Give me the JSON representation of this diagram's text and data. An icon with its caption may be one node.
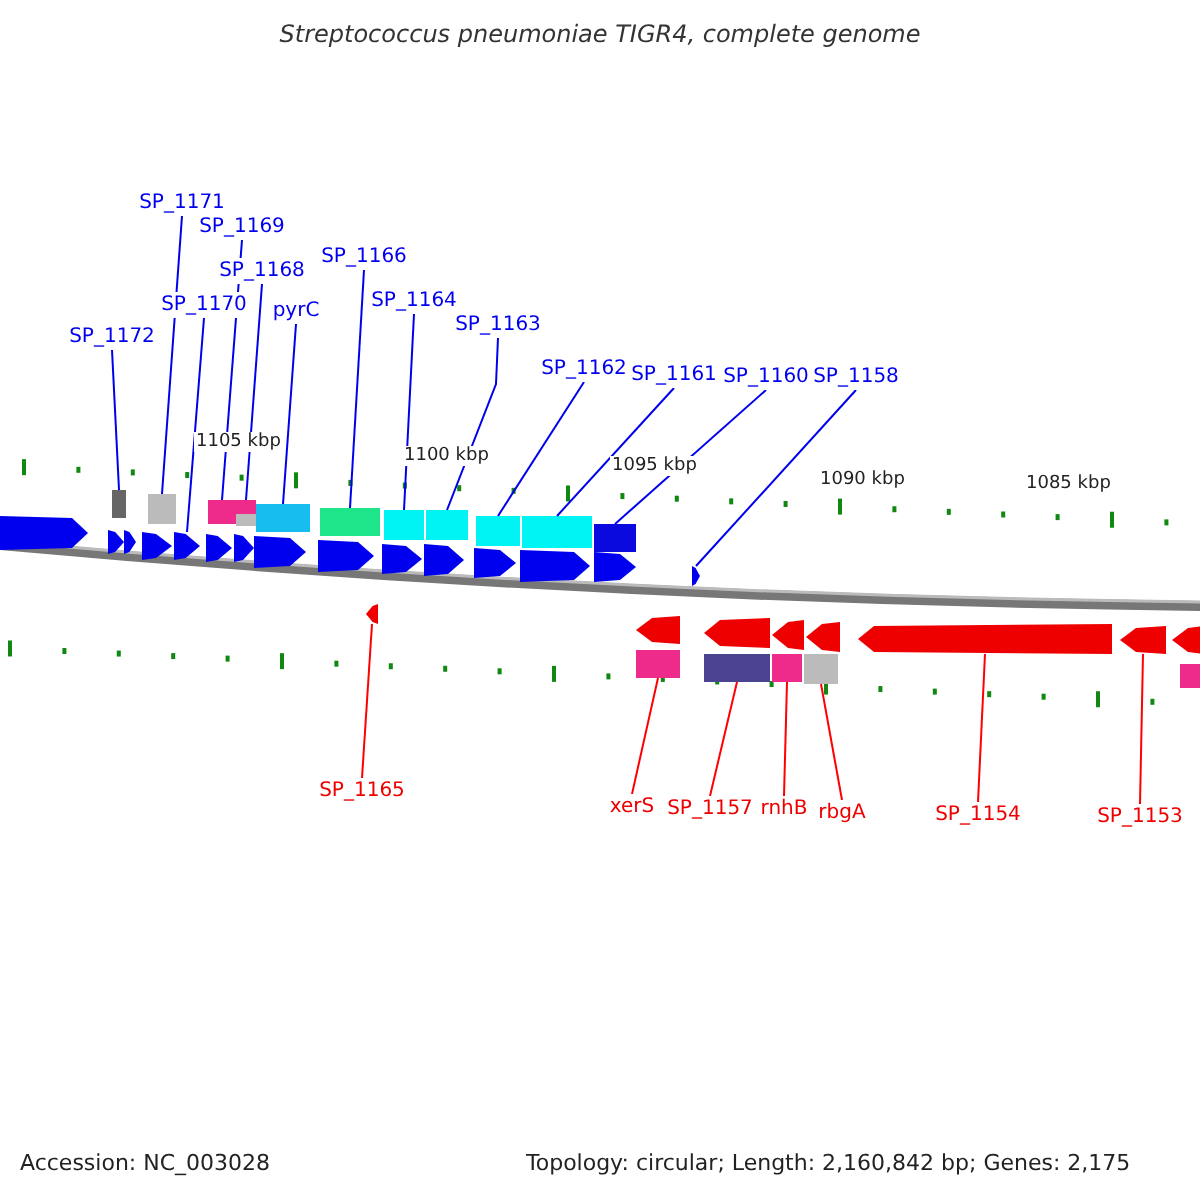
{
  "diagram": {
    "title": "Streptococcus pneumoniae TIGR4, complete genome",
    "nodes": [
      {
        "text": [
          "SP_1171"
        ]
      },
      {
        "text": [
          "SP_1169"
        ]
      },
      {
        "text": [
          "SP_1166"
        ]
      },
      {
        "text": [
          "SP_1168"
        ]
      },
      {
        "text": [
          "SP_1164"
        ]
      },
      {
        "text": [
          "SP_1170"
        ]
      },
      {
        "text": [
          "pyrC"
        ]
      },
      {
        "text": [
          "SP_1163"
        ]
      },
      {
        "text": [
          "SP_1172"
        ]
      },
      {
        "text": [
          "SP_1162"
        ]
      },
      {
        "text": [
          "SP_1161"
        ]
      },
      {
        "text": [
          "SP_1160"
        ]
      },
      {
        "text": [
          "SP_1158"
        ]
      },
      {
        "text": [
          "SP_1165"
        ]
      },
      {
        "text": [
          "xerS"
        ]
      },
      {
        "text": [
          "SP_1157"
        ]
      },
      {
        "text": [
          "rnhB"
        ]
      },
      {
        "text": [
          "rbgA"
        ]
      },
      {
        "text": [
          "SP_1154"
        ]
      },
      {
        "text": [
          "SP_1153"
        ]
      },
      {
        "text": [],
        "shape": "arrow"
      },
      {
        "text": [],
        "shape": "arrow"
      },
      {
        "text": [],
        "shape": "box"
      },
      {
        "text": [],
        "shape": "arrow"
      },
      {
        "text": [],
        "shape": "arrow"
      },
      {
        "text": [],
        "shape": "box"
      },
      {
        "text": [],
        "shape": "arrow"
      },
      {
        "text": [],
        "shape": "arrow"
      },
      {
        "text": [],
        "shape": "box"
      },
      {
        "text": [],
        "shape": "arrow"
      },
      {
        "text": [],
        "shape": "box"
      },
      {
        "text": [],
        "shape": "box"
      },
      {
        "text": [],
        "shape": "arrow"
      },
      {
        "text": [],
        "shape": "box"
      },
      {
        "text": [],
        "shape": "arrow"
      },
      {
        "text": [],
        "shape": "box"
      },
      {
        "text": [],
        "shape": "arrow"
      },
      {
        "text": [],
        "shape": "arrow"
      },
      {
        "text": [],
        "shape": "box"
      },
      {
        "text": [],
        "shape": "arrow"
      },
      {
        "text": [],
        "shape": "box"
      },
      {
        "text": [],
        "shape": "arrow"
      },
      {
        "text": [],
        "shape": "box"
      },
      {
        "text": [],
        "shape": "arrow"
      },
      {
        "text": [],
        "shape": "box"
      },
      {
        "text": [],
        "shape": "box"
      },
      {
        "text": [],
        "shape": "arrow"
      },
      {
        "text": [],
        "shape": "arrow"
      },
      {
        "text": [],
        "shape": "box"
      },
      {
        "text": [],
        "shape": "arrow"
      },
      {
        "text": [],
        "shape": "arrow"
      },
      {
        "text": [],
        "shape": "box"
      },
      {
        "text": [],
        "shape": "arrow"
      },
      {
        "text": [],
        "shape": "box"
      },
      {
        "text": [],
        "shape": "box"
      },
      {
        "text": [],
        "shape": "arrow"
      },
      {
        "text": [],
        "shape": "arrow"
      },
      {
        "text": [],
        "shape": "arrow"
      },
      {
        "text": [],
        "shape": "arrow"
      },
      {
        "text": [],
        "shape": "box"
      }
    ],
    "edges": [
      {
        "from": 0,
        "to": 25,
        "arrow": "none"
      },
      {
        "from": 1,
        "to": 28,
        "arrow": "none"
      },
      {
        "from": 2,
        "to": 35,
        "arrow": "none"
      },
      {
        "from": 3,
        "to": 30,
        "arrow": "none"
      },
      {
        "from": 4,
        "to": 38,
        "arrow": "none"
      },
      {
        "from": 5,
        "to": 26,
        "arrow": "none"
      },
      {
        "from": 6,
        "to": 33,
        "arrow": "none"
      },
      {
        "from": 7,
        "to": 40,
        "arrow": "none"
      },
      {
        "from": 8,
        "to": 22,
        "arrow": "none"
      },
      {
        "from": 9,
        "to": 42,
        "arrow": "none"
      },
      {
        "from": 10,
        "to": 44,
        "arrow": "none"
      },
      {
        "from": 11,
        "to": 45,
        "arrow": "none"
      },
      {
        "from": 12,
        "to": 49,
        "arrow": "none"
      },
      {
        "from": 13,
        "to": 36,
        "arrow": "none",
        "color": "#ff0000"
      },
      {
        "from": 14,
        "to": 48,
        "arrow": "none",
        "color": "#ff0000"
      },
      {
        "from": 15,
        "to": 51,
        "arrow": "none",
        "color": "#ff0000"
      },
      {
        "from": 16,
        "to": 53,
        "arrow": "none",
        "color": "#ff0000"
      },
      {
        "from": 17,
        "to": 54,
        "arrow": "none",
        "color": "#ff0000"
      },
      {
        "from": 18,
        "to": 56,
        "arrow": "none",
        "color": "#ff0000"
      },
      {
        "from": 19,
        "to": 57,
        "arrow": "none",
        "color": "#ff0000"
      }
    ],
    "labels": [
      "1105 kbp",
      "1100 kbp",
      "1095 kbp",
      "1090 kbp",
      "1085 kbp",
      "Accession: NC_003028",
      "Topology: circular; Length: 2,160,842 bp; Genes: 2,175"
    ]
  }
}
